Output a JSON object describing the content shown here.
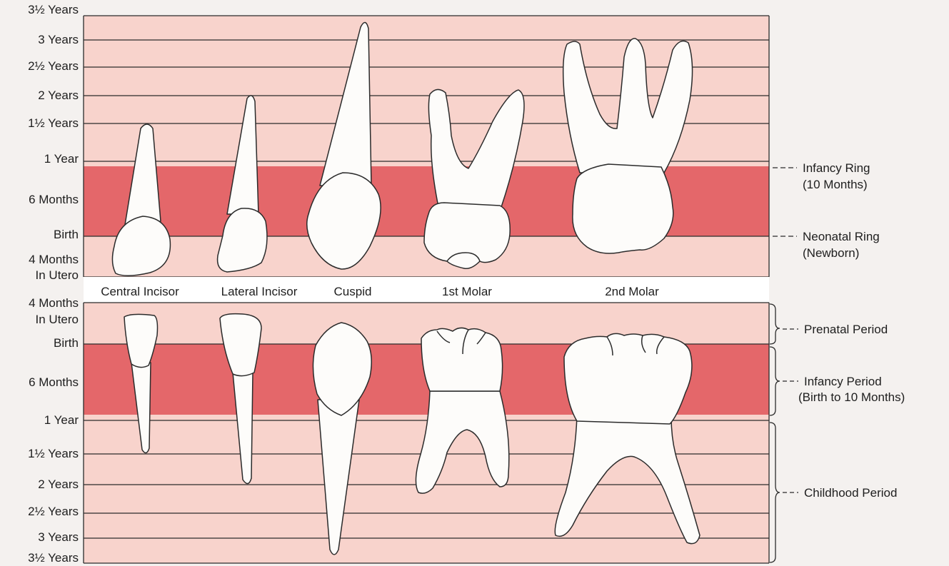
{
  "upper_chart": {
    "age_labels": [
      "3½ Years",
      "3 Years",
      "2½ Years",
      "2 Years",
      "1½ Years",
      "1 Year",
      "6 Months",
      "Birth",
      "4 Months",
      "In Utero"
    ],
    "rings": [
      {
        "label": "Infancy Ring",
        "detail": "(10 Months)"
      },
      {
        "label": "Neonatal Ring",
        "detail": "(Newborn)"
      }
    ]
  },
  "tooth_names": [
    "Central Incisor",
    "Lateral Incisor",
    "Cuspid",
    "1st Molar",
    "2nd Molar"
  ],
  "lower_chart": {
    "age_labels": [
      "4 Months",
      "In Utero",
      "Birth",
      "6 Months",
      "1 Year",
      "1½ Years",
      "2 Years",
      "2½ Years",
      "3 Years",
      "3½ Years"
    ],
    "periods": [
      {
        "label": "Prenatal Period",
        "detail": ""
      },
      {
        "label": "Infancy Period",
        "detail": "(Birth to 10 Months)"
      },
      {
        "label": "Childhood Period",
        "detail": ""
      }
    ]
  },
  "colors": {
    "band_light": "#f8d3cc",
    "band_infancy": "#e4676a",
    "outline": "#2b2b2b",
    "tooth": "#fdfcfa",
    "background": "#f4f1ef"
  }
}
